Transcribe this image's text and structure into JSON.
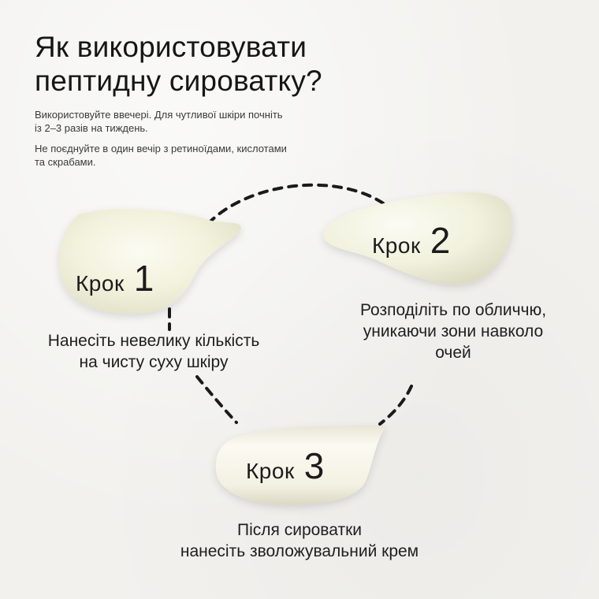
{
  "header": {
    "title_lines": [
      "Як використовувати",
      "пептидну сироватку?"
    ],
    "intro": [
      [
        "Використовуйте ввечері. Для чутливої шкіри почніть",
        "із 2–3 разів на тиждень."
      ],
      [
        "Не поєднуйте в один вечір з ретиноїдами, кислотами",
        "та скрабами."
      ]
    ]
  },
  "steps": [
    {
      "word": "Крок",
      "number": "1",
      "text_lines": [
        "Нанесіть невелику кількість",
        "на чисту суху шкіру"
      ]
    },
    {
      "word": "Крок",
      "number": "2",
      "text_lines": [
        "Розподіліть по обличчю,",
        "уникаючи зони навколо",
        "очей"
      ]
    },
    {
      "word": "Крок",
      "number": "3",
      "text_lines": [
        "Після сироватки",
        "нанесіть зволожувальний крем"
      ]
    }
  ],
  "colors": {
    "background": "#f2f1ee",
    "text": "#1c1c1c",
    "cream": "#f4f3df",
    "dash": "#1a1a1a"
  },
  "icons": [
    "cream-smear-1",
    "cream-smear-2",
    "cream-smear-3",
    "dashed-circular-path"
  ]
}
